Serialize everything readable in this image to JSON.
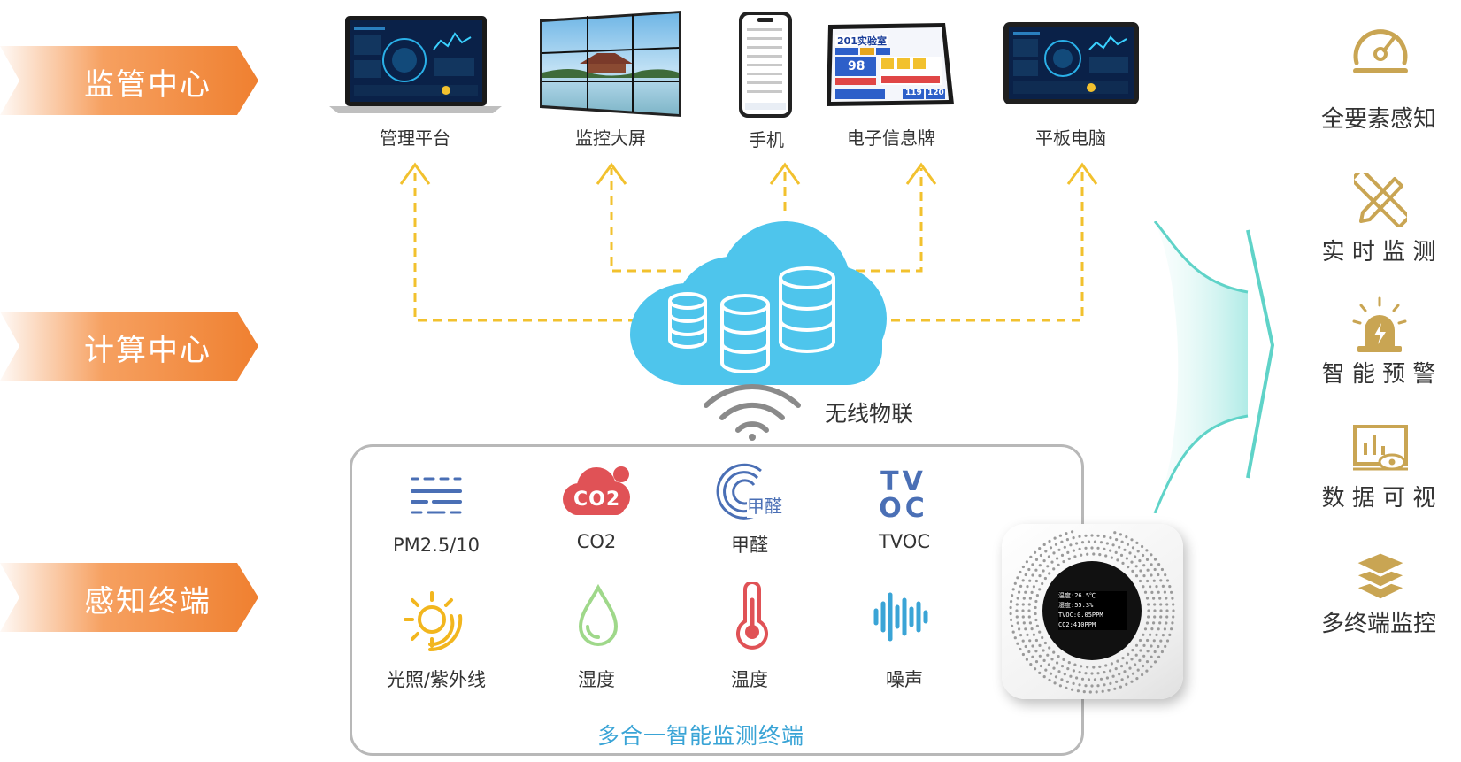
{
  "left_labels": [
    "监管中心",
    "计算中心",
    "感知终端"
  ],
  "devices": [
    {
      "label": "管理平台",
      "icon": "laptop-icon"
    },
    {
      "label": "监控大屏",
      "icon": "video-wall-icon"
    },
    {
      "label": "手机",
      "icon": "phone-icon"
    },
    {
      "label": "电子信息牌",
      "icon": "info-board-icon"
    },
    {
      "label": "平板电脑",
      "icon": "tablet-icon"
    }
  ],
  "info_board": {
    "title": "201实验室",
    "value": "98",
    "v2": "119",
    "v3": "120"
  },
  "wireless_label": "无线物联",
  "sensors": [
    {
      "label": "PM2.5/10",
      "icon": "pm-icon"
    },
    {
      "label": "CO2",
      "icon": "co2-icon",
      "glyph": "CO2"
    },
    {
      "label": "甲醛",
      "icon": "formaldehyde-icon",
      "glyph": "甲醛"
    },
    {
      "label": "TVOC",
      "icon": "tvoc-icon",
      "glyph_top": "TV",
      "glyph_bottom": "OC"
    },
    {
      "label": "光照/紫外线",
      "icon": "sun-icon"
    },
    {
      "label": "湿度",
      "icon": "droplet-icon"
    },
    {
      "label": "温度",
      "icon": "thermometer-icon"
    },
    {
      "label": "噪声",
      "icon": "soundwave-icon"
    }
  ],
  "monitor_title": "多合一智能监测终端",
  "device_screen": [
    "温度:26.5℃",
    "湿度:55.3%",
    "TVOC:0.05PPM",
    "CO2:410PPM"
  ],
  "features": [
    {
      "label": "全要素感知",
      "icon": "gauge-icon"
    },
    {
      "label": "实 时 监 测",
      "icon": "tools-icon"
    },
    {
      "label": "智 能 预 警",
      "icon": "alarm-icon"
    },
    {
      "label": "数 据 可 视",
      "icon": "data-view-icon"
    },
    {
      "label": "多终端监控",
      "icon": "layers-icon"
    }
  ],
  "colors": {
    "orange": "#ef8030",
    "cloud": "#4ec5ec",
    "dashed": "#f2c12e",
    "gold": "#c9a553",
    "sensor_blue": "#4a6fb5",
    "co2_red": "#e05256",
    "teal": "#38c8c0"
  }
}
